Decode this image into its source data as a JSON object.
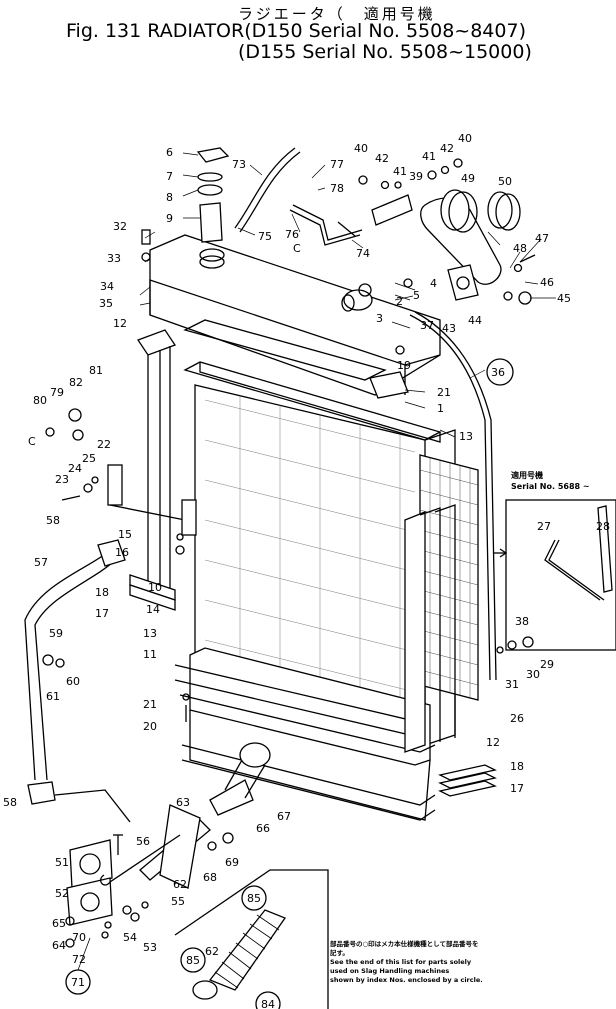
{
  "header": {
    "japanese_line": "ラジエータ（　適用号機",
    "line1": "Fig. 131 RADIATOR(D150 Serial No. 5508~8407)",
    "line2": "(D155 Serial No. 5508~15000)"
  },
  "inset": {
    "title": "適用号機",
    "serial": "Serial No. 5688 ~"
  },
  "footnote": {
    "line1": "部品番号の○印はメカ本仕様機種として部品番号を",
    "line2": "記す。",
    "line3": "See the end of this list for parts solely",
    "line4": "used on Slag Handling machines",
    "line5": "shown by index Nos. enclosed by a circle."
  },
  "callouts": [
    "6",
    "7",
    "8",
    "9",
    "73",
    "77",
    "78",
    "76",
    "75",
    "74",
    "40",
    "42",
    "41",
    "39",
    "49",
    "50",
    "40",
    "42",
    "41",
    "47",
    "48",
    "46",
    "45",
    "32",
    "33",
    "34",
    "35",
    "12",
    "4",
    "5",
    "2",
    "3",
    "37",
    "43",
    "44",
    "19",
    "36",
    "21",
    "1",
    "81",
    "82",
    "80",
    "79",
    "C",
    "C",
    "22",
    "25",
    "24",
    "23",
    "13",
    "58",
    "57",
    "15",
    "16",
    "27",
    "28",
    "18",
    "17",
    "10",
    "14",
    "38",
    "13",
    "11",
    "29",
    "30",
    "31",
    "59",
    "61",
    "60",
    "21",
    "20",
    "26",
    "12",
    "18",
    "17",
    "58",
    "63",
    "56",
    "67",
    "66",
    "51",
    "62",
    "69",
    "68",
    "52",
    "55",
    "65",
    "70",
    "54",
    "53",
    "64",
    "72",
    "71",
    "85",
    "85",
    "62",
    "84"
  ]
}
